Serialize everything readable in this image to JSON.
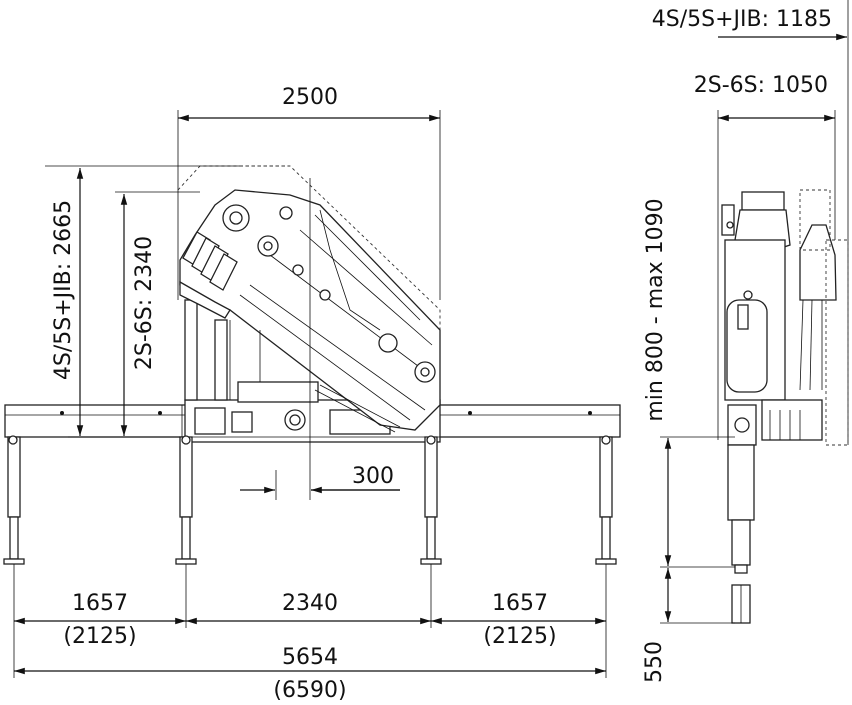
{
  "dimensions": {
    "top_width": "2500",
    "height_4s": "4S/5S+JIB: 2665",
    "height_2s": "2S-6S: 2340",
    "offset": "300",
    "left_span": "1657",
    "left_span_alt": "(2125)",
    "center_span": "2340",
    "right_span": "1657",
    "right_span_alt": "(2125)",
    "total_span": "5654",
    "total_span_alt": "(6590)",
    "side_width_4s": "4S/5S+JIB: 1185",
    "side_width_2s": "2S-6S: 1050",
    "leg_range": "min 800 - max 1090",
    "leg_foot": "550"
  },
  "colors": {
    "line": "#111111",
    "background": "#ffffff"
  }
}
